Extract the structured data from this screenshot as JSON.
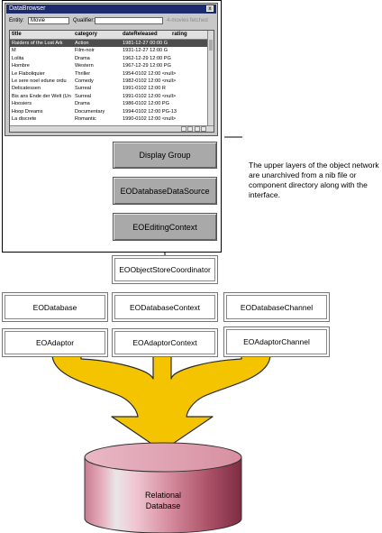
{
  "browser": {
    "title": "DataBrowser",
    "close_glyph": "x",
    "entity_label": "Entity:",
    "entity_value": "Movie",
    "qualifier_label": "Qualifier:",
    "qualifier_value": "",
    "status": "4-movies fetched",
    "columns": [
      "title",
      "category",
      "dateReleased",
      "rating"
    ],
    "rows": [
      [
        "Raiders of the Lost Ark",
        "Action",
        "1981-12-27 00:00 G",
        ""
      ],
      [
        "M",
        "Film-noir",
        "1931-12-27 12:00 G",
        ""
      ],
      [
        "Lolita",
        "Drama",
        "1962-12-29 12:00 PG",
        ""
      ],
      [
        "Hombre",
        "Western",
        "1967-12-29 12:00 PG",
        ""
      ],
      [
        "Le Flaboliquier",
        "Thriller",
        "1954-0102 12:00 <null>",
        ""
      ],
      [
        "Le sere noel edune ordu",
        "Comedy",
        "1982-0102 12:00 <null>",
        ""
      ],
      [
        "Delicatessen",
        "Surreal",
        "1991-0102 12:00 R",
        ""
      ],
      [
        "Bis ans Ende der Welt (Un",
        "Surreal",
        "1991-0102 12:00 <null>",
        ""
      ],
      [
        "Hoosiers",
        "Drama",
        "1986-0102 12:00 PG",
        ""
      ],
      [
        "Hoop Dreams",
        "Documentary",
        "1994-0102 12:00 PG-13",
        ""
      ],
      [
        "La discrete",
        "Romantic",
        "1990-0102 12:00 <null>",
        ""
      ]
    ]
  },
  "boxes": {
    "display_group": "Display Group",
    "database_data_source": "EODatabaseDataSource",
    "editing_context": "EOEditingContext",
    "object_store_coordinator": "EOObjectStoreCoordinator",
    "database": "EODatabase",
    "database_context": "EODatabaseContext",
    "database_channel": "EODatabaseChannel",
    "adaptor": "EOAdaptor",
    "adaptor_context": "EOAdaptorContext",
    "adaptor_channel": "EOAdaptorChannel"
  },
  "annotation": "The upper layers of the object network are unarchived from a nib file or component directory along with the interface.",
  "database": {
    "label_line1": "Relational",
    "label_line2": "Database"
  },
  "colors": {
    "arrow_fill": "#f5c400",
    "titlebar": "#1c2a6e",
    "cylinder_dark": "#8c3a50",
    "cylinder_light": "#f2d3dc"
  }
}
